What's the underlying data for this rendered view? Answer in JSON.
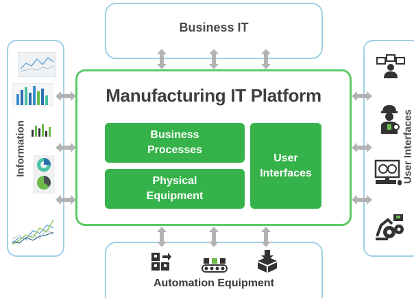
{
  "business_it": {
    "label": "Business IT"
  },
  "platform": {
    "title": "Manufacturing IT Platform",
    "business_processes": "Business\nProcesses",
    "physical_equipment": "Physical\nEquipment",
    "user_interfaces": "User\nInterfaces"
  },
  "information": {
    "label": "Information"
  },
  "user_interfaces_panel": {
    "label": "User Interfaces"
  },
  "automation": {
    "label": "Automation Equipment"
  },
  "colors": {
    "green": "#35b34a",
    "green_border": "#5cc964",
    "frame": "#9fd0e6",
    "arrow": "#b3b3b3"
  },
  "icons": {
    "information": [
      "line-chart-icon",
      "bar-chart-icon",
      "small-bar-chart-icon",
      "pie-chart-icon",
      "multi-line-chart-icon"
    ],
    "users": [
      "operator-screens-icon",
      "worker-helmet-icon",
      "monitor-gauges-icon",
      "robot-gears-icon"
    ],
    "automation": [
      "pallet-boxes-icon",
      "conveyor-icon",
      "box-drop-icon"
    ]
  }
}
